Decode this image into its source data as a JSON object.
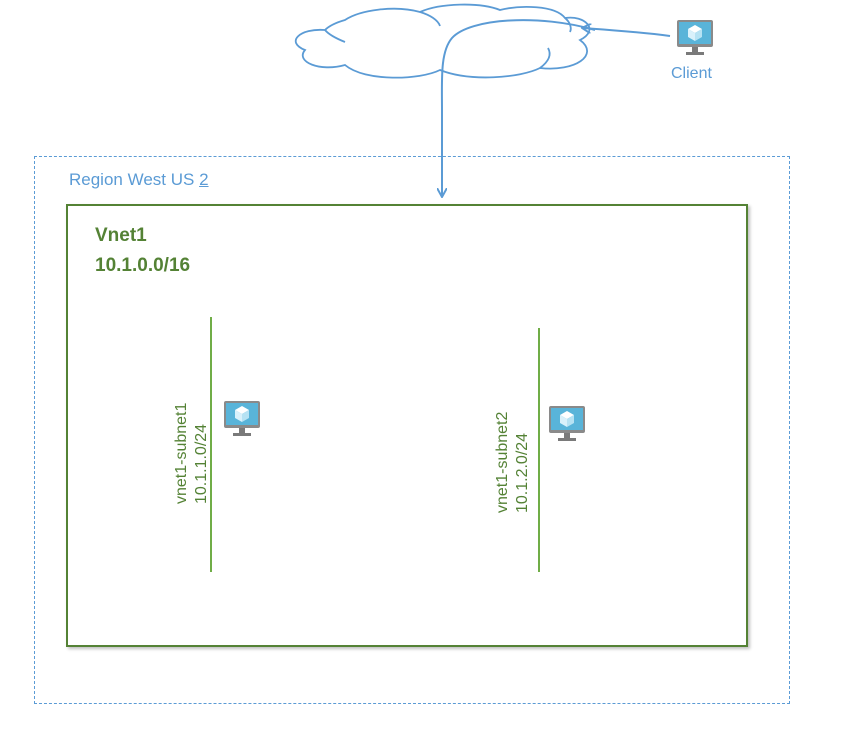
{
  "region": {
    "label_prefix": "Region West US ",
    "label_suffix": "2"
  },
  "vnet": {
    "name": "Vnet1",
    "cidr": "10.1.0.0/16"
  },
  "subnets": [
    {
      "name": "vnet1-subnet1",
      "cidr": "10.1.1.0/24"
    },
    {
      "name": "vnet1-subnet2",
      "cidr": "10.1.2.0/24"
    }
  ],
  "client": {
    "label": "Client"
  },
  "colors": {
    "region": "#5b9bd5",
    "vnet": "#548235",
    "vm_screen": "#59b4d9",
    "vm_base": "#7a7a7a"
  },
  "icons": {
    "vm": "virtual-machine-icon",
    "cloud": "cloud-icon"
  }
}
